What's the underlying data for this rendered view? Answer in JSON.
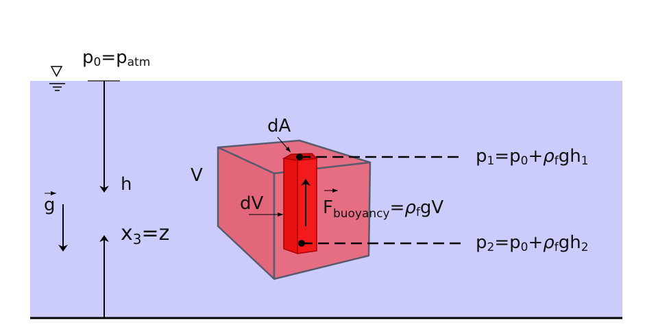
{
  "colors": {
    "water": "#ccccfc",
    "body": "#e76b7e",
    "column": "#ee1111",
    "edge": "#5a5a6e"
  },
  "labels": {
    "p0_main": "p",
    "p0_sub": "0",
    "p0_eq": "=p",
    "p0_atm": "atm",
    "h": "h",
    "g": "g",
    "x3_main": "x",
    "x3_sub": "3",
    "x3_eq": "=z",
    "V": "V",
    "dA": "dA",
    "dV": "dV",
    "F_main": "F",
    "F_sub": "buoyancy",
    "F_eq": "=",
    "F_rho": "ρ",
    "F_rho_sub": "f",
    "F_tail": "gV",
    "p1_main": "p",
    "p1_sub": "1",
    "p1_eq": "=p",
    "p1_sub0": "0",
    "p1_plus": "+",
    "p1_rho": "ρ",
    "p1_rho_sub": "f",
    "p1_gh": "gh",
    "p1_h_sub": "1",
    "p2_main": "p",
    "p2_sub": "2",
    "p2_eq": "=p",
    "p2_sub0": "0",
    "p2_plus": "+",
    "p2_rho": "ρ",
    "p2_rho_sub": "f",
    "p2_gh": "gh",
    "p2_h_sub": "2"
  }
}
